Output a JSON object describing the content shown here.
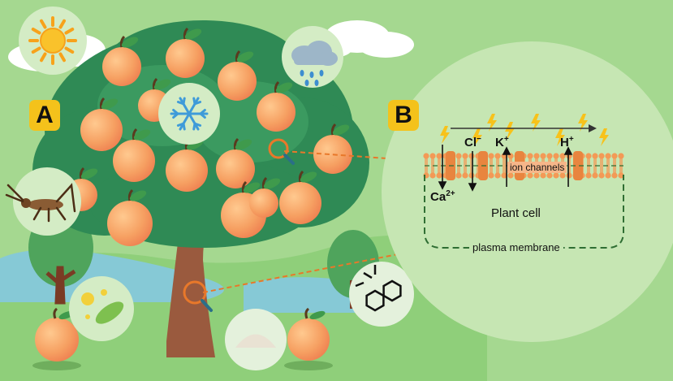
{
  "panels": {
    "a": "A",
    "b": "B"
  },
  "cell": {
    "ions": {
      "cl": "Cl",
      "cl_charge": "−",
      "k": "K",
      "k_charge": "+",
      "h": "H",
      "h_charge": "+",
      "ca": "Ca",
      "ca_charge": "2+"
    },
    "ion_channels_label": "ion channels",
    "plant_cell_label": "Plant cell",
    "plasma_membrane_label": "plasma membrane"
  },
  "colors": {
    "background": "#a5d890",
    "label_badge": "#f4c21b",
    "peach": "#f59a5a",
    "foliage": "#2f8a55",
    "membrane": "#f39a56",
    "cell_outline": "#2f6e33",
    "leader_line": "#e8782a"
  },
  "icons": [
    "sun-icon",
    "rain-cloud-icon",
    "snowflake-icon",
    "cricket-icon",
    "microbe-icon",
    "powder-icon",
    "chemical-molecule-icon",
    "magnifier-icon",
    "lightning-icon"
  ]
}
